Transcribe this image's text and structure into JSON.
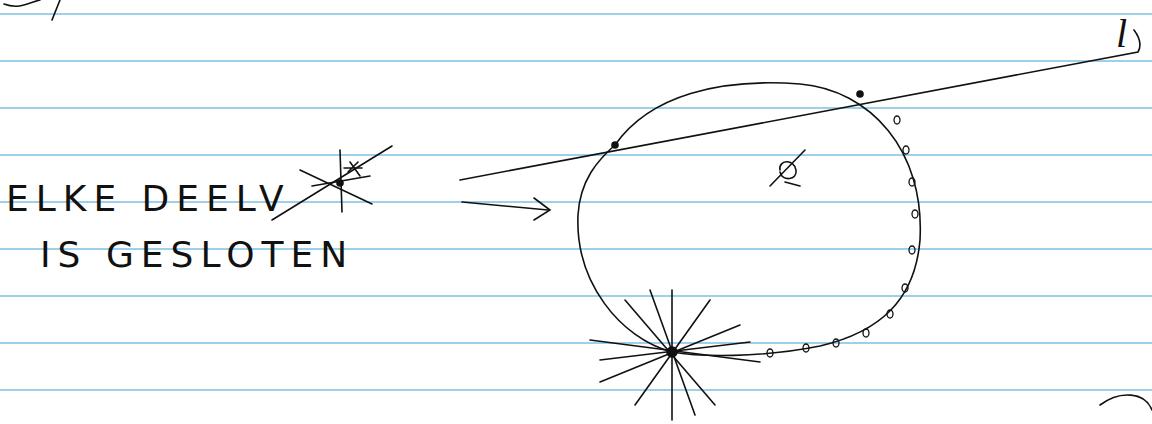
{
  "diagram": {
    "labels": [
      "ELKE DEELV",
      "IS GESLOTEN",
      "l"
    ]
  }
}
